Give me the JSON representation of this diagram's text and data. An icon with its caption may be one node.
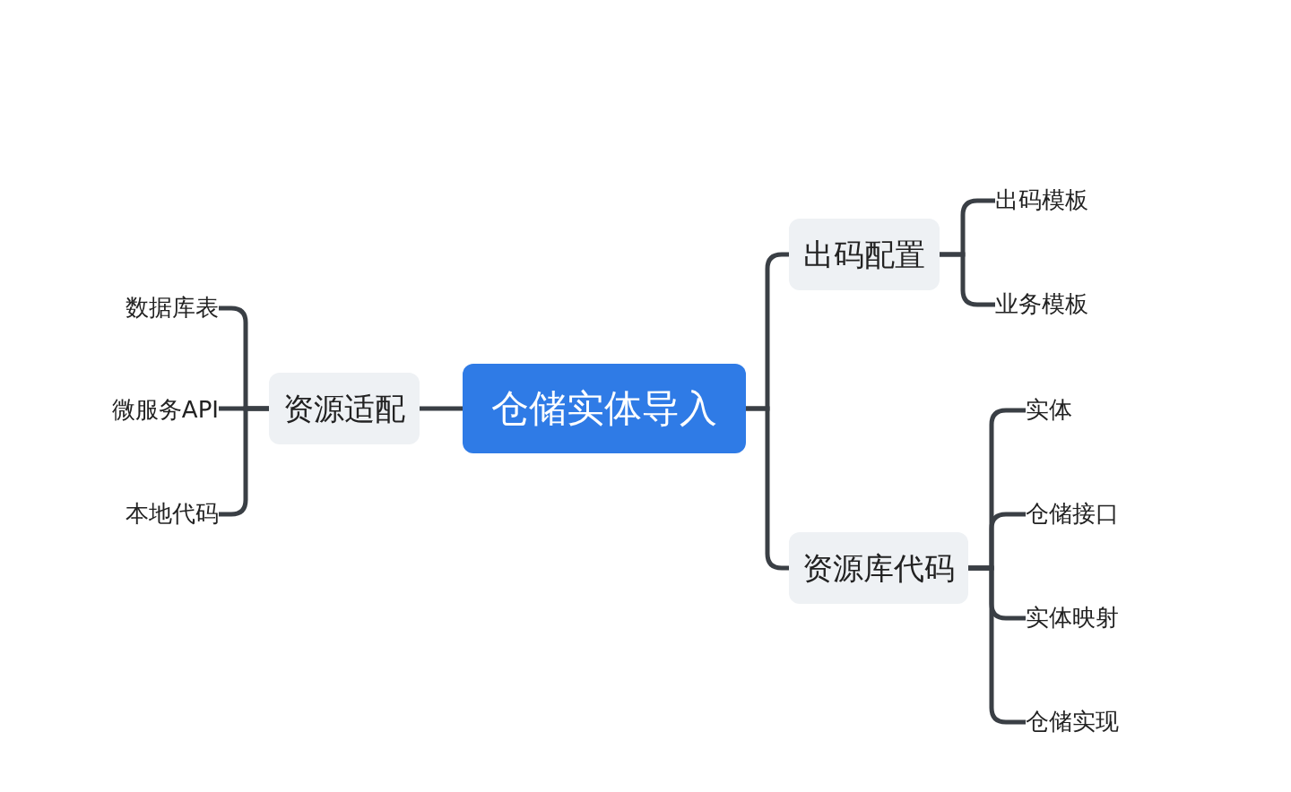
{
  "diagram": {
    "nodes": [
      {
        "text": [
          "仓储实体导入"
        ]
      },
      {
        "text": [
          "资源适配"
        ]
      },
      {
        "text": [
          "数据库表"
        ]
      },
      {
        "text": [
          "微服务API"
        ]
      },
      {
        "text": [
          "本地代码"
        ]
      },
      {
        "text": [
          "出码配置"
        ]
      },
      {
        "text": [
          "出码模板"
        ]
      },
      {
        "text": [
          "业务模板"
        ]
      },
      {
        "text": [
          "资源库代码"
        ]
      },
      {
        "text": [
          "实体"
        ]
      },
      {
        "text": [
          "仓储接口"
        ]
      },
      {
        "text": [
          "实体映射"
        ]
      },
      {
        "text": [
          "仓储实现"
        ]
      }
    ],
    "edges": [
      {
        "from": 0,
        "to": 1,
        "arrow": "none"
      },
      {
        "from": 1,
        "to": 2,
        "arrow": "none"
      },
      {
        "from": 1,
        "to": 3,
        "arrow": "none"
      },
      {
        "from": 1,
        "to": 4,
        "arrow": "none"
      },
      {
        "from": 0,
        "to": 5,
        "arrow": "none"
      },
      {
        "from": 0,
        "to": 8,
        "arrow": "none"
      },
      {
        "from": 5,
        "to": 6,
        "arrow": "none"
      },
      {
        "from": 5,
        "to": 7,
        "arrow": "none"
      },
      {
        "from": 8,
        "to": 9,
        "arrow": "none"
      },
      {
        "from": 8,
        "to": 10,
        "arrow": "none"
      },
      {
        "from": 8,
        "to": 11,
        "arrow": "none"
      },
      {
        "from": 8,
        "to": 12,
        "arrow": "none"
      }
    ]
  }
}
